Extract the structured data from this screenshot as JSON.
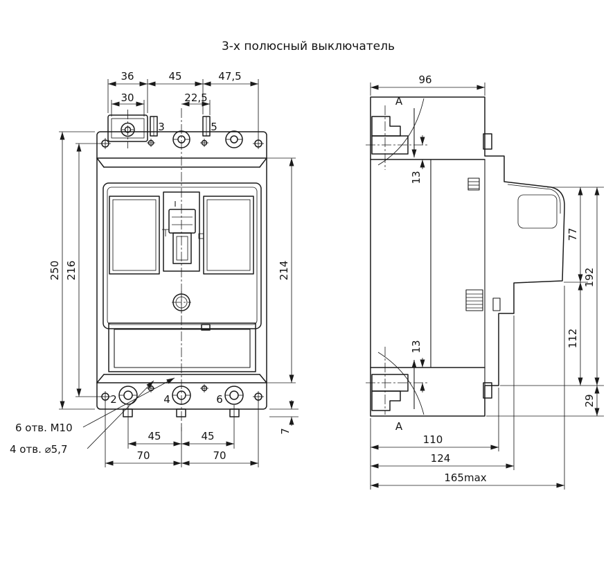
{
  "title": "3-х полюсный выключатель",
  "front_view": {
    "dims": {
      "top36": "36",
      "top45": "45",
      "top47_5": "47,5",
      "top30": "30",
      "top22_5": "22,5",
      "left250": "250",
      "left216": "216",
      "right214": "214",
      "bot45a": "45",
      "bot45b": "45",
      "bot70a": "70",
      "bot70b": "70",
      "right7": "7"
    },
    "poles": {
      "p3": "3",
      "p5": "5",
      "p2": "2",
      "p4": "4",
      "p6": "6"
    },
    "markings": {
      "on": "I"
    },
    "notes": {
      "m10": "6 отв. М10",
      "d57": "4 отв. ⌀5,7"
    }
  },
  "side_view": {
    "dims": {
      "top96": "96",
      "t13a": "13",
      "t13b": "13",
      "r77": "77",
      "r192": "192",
      "r112": "112",
      "r29": "29",
      "b110": "110",
      "b124": "124",
      "b165": "165max"
    },
    "section": {
      "a1": "A",
      "a2": "A"
    }
  }
}
